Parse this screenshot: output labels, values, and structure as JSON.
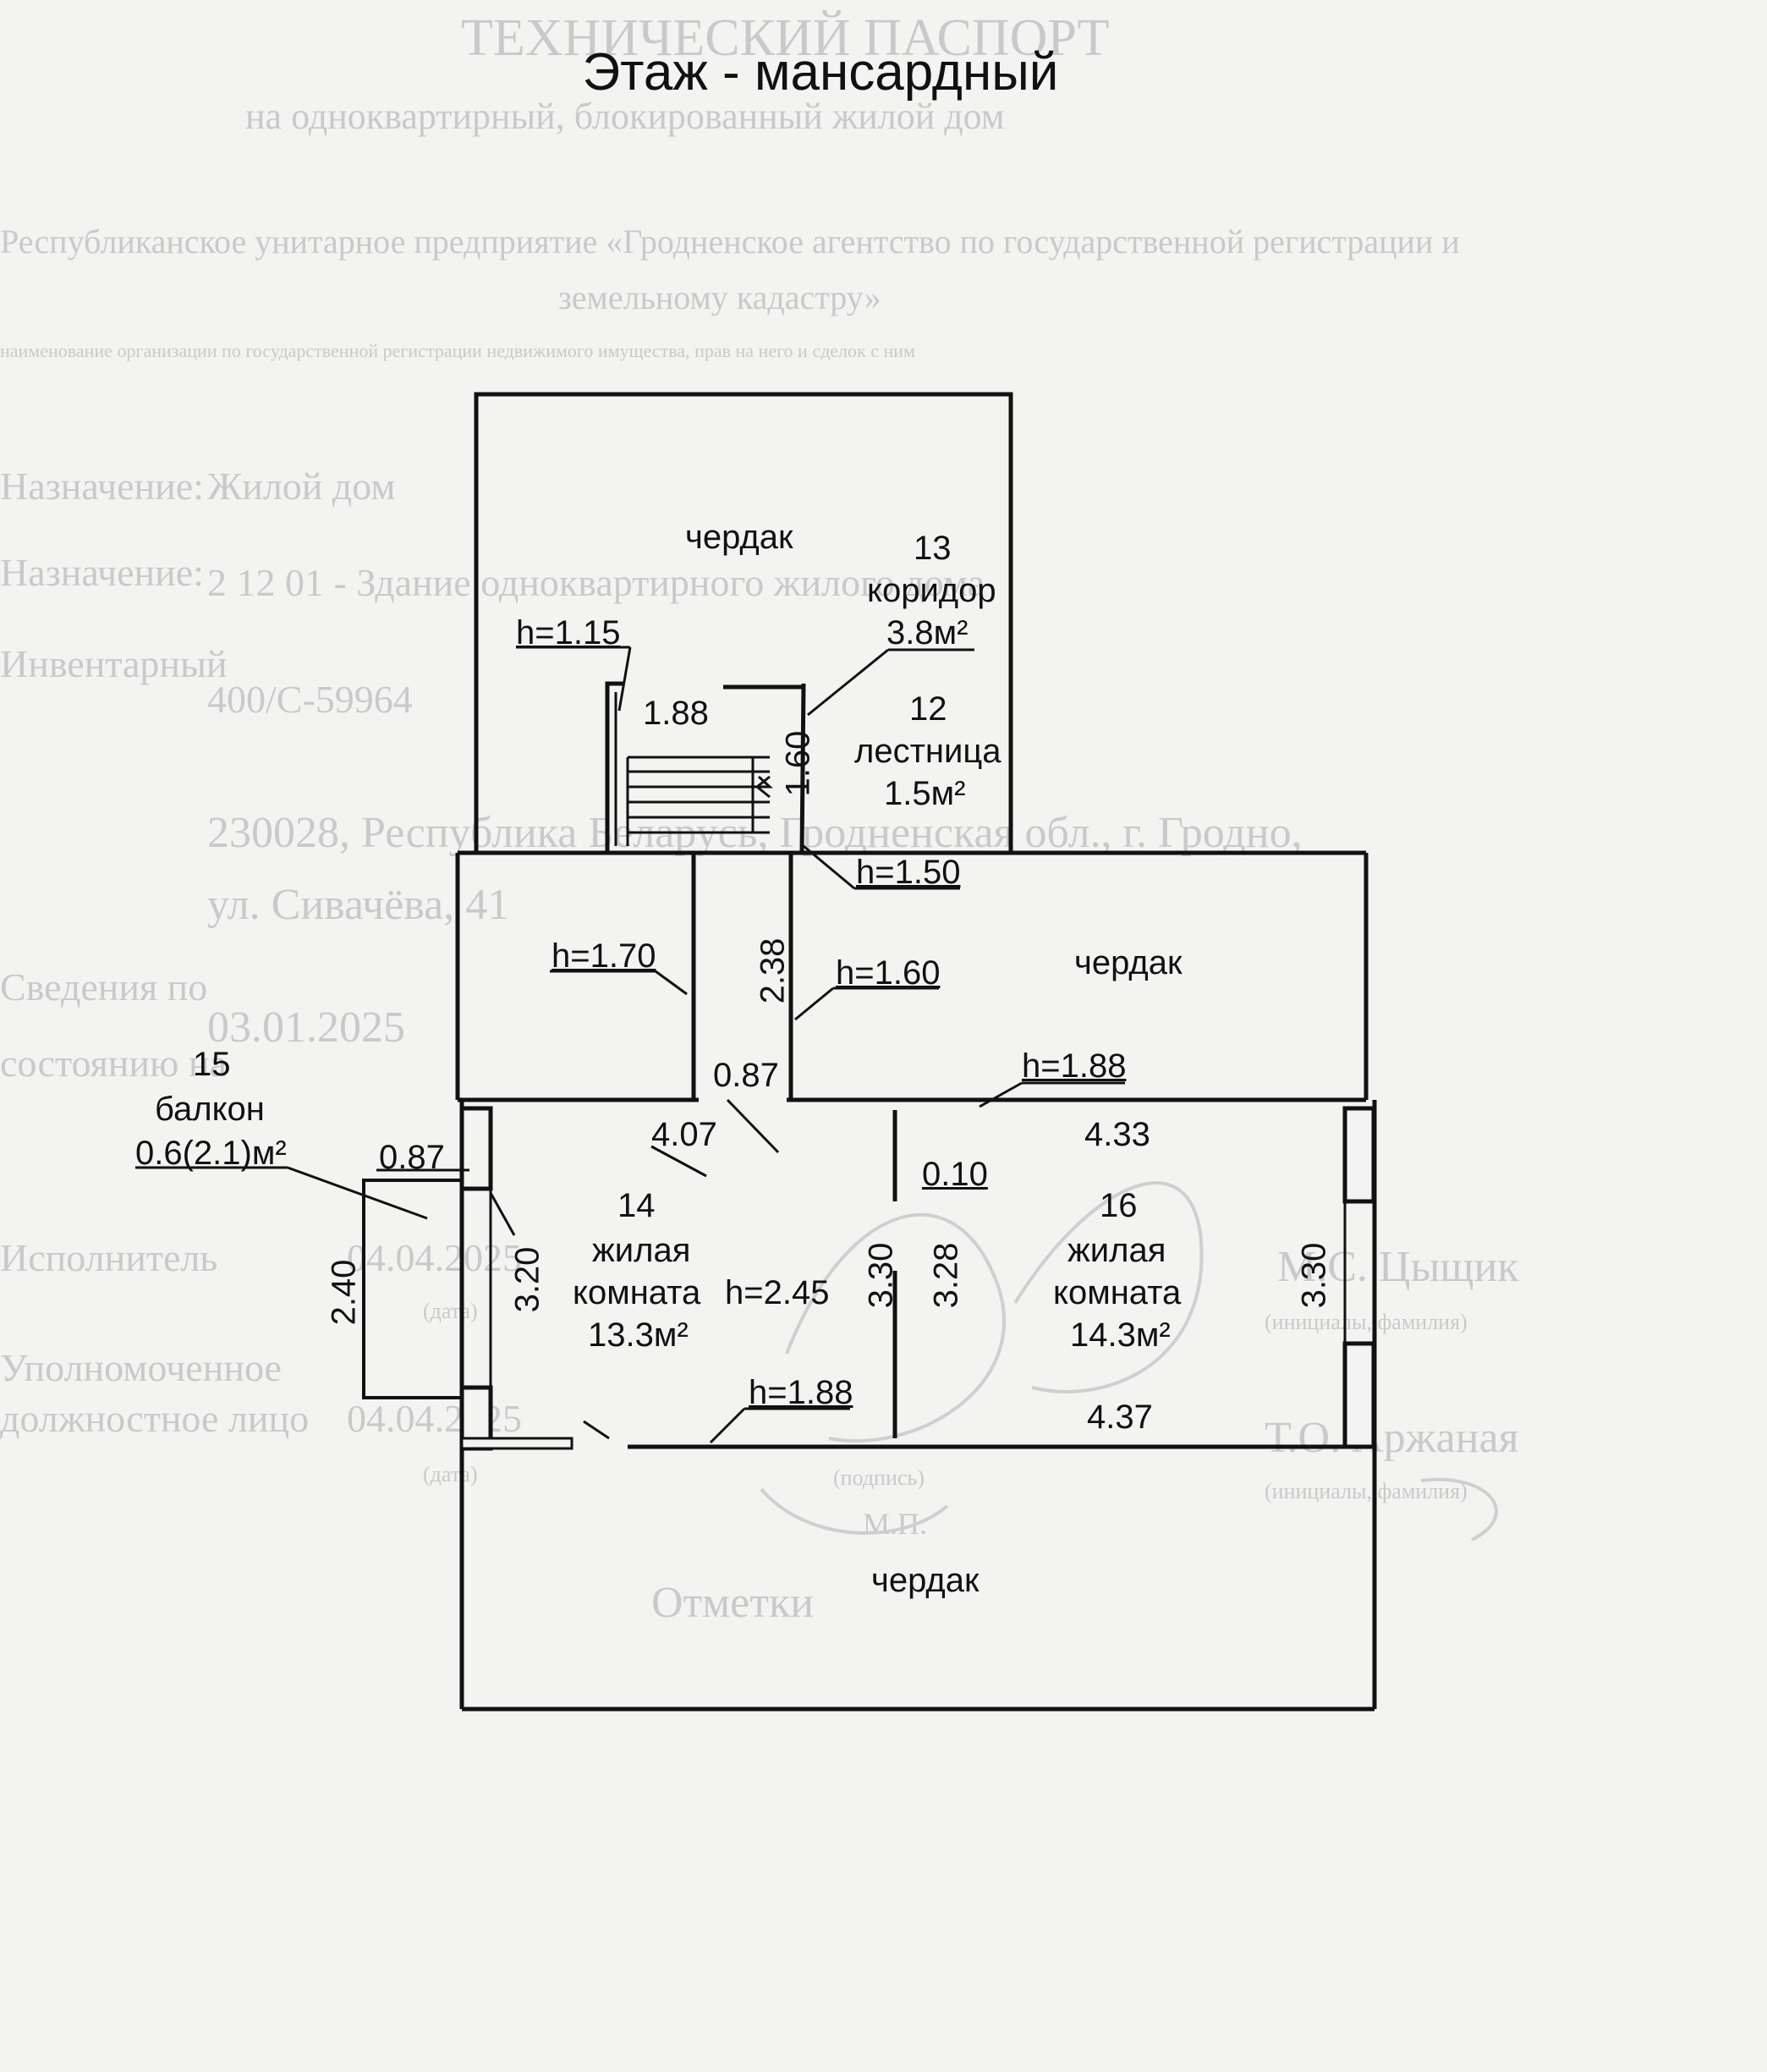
{
  "title": "Этаж  - мансардный",
  "ghost": {
    "t1": "ТЕХНИЧЕСКИЙ ПАСПОРТ",
    "t2": "на одноквартирный, блокированный жилой дом",
    "t3": "Республиканское унитарное предприятие «Гродненское агентство по государственной регистрации и",
    "t4": "земельному кадастру»",
    "t5": "наименование организации по государственной регистрации недвижимого имущества, прав на него и сделок с ним",
    "d1": "Назначение:",
    "d1v": "Жилой дом",
    "d2": "Назначение:",
    "d2v": "2 12 01 - Здание одноквартирного жилого дома",
    "d3": "Инвентарный",
    "d3v": "400/С-59964",
    "d4v1": "230028, Республика Беларусь, Гродненская обл., г. Гродно,",
    "d4v2": "ул. Сивачёва, 41",
    "d5a": "Сведения по",
    "d5b": "состоянию на",
    "d5v": "03.01.2025",
    "s1": "Исполнитель",
    "s1v": "04.04.2025",
    "s1c": "(дата)",
    "s1n": "М.С. Цыщик",
    "s1p": "(инициалы, фамилия)",
    "s2a": "Уполномоченное",
    "s2b": "должностное лицо",
    "s2v": "04.04.2025",
    "s2c": "(дата)",
    "s2d": "(подпись)",
    "s2n": "Т.О. Аржаная",
    "s2p": "(инициалы, фамилия)",
    "mp": "М.П.",
    "notes": "Отметки"
  },
  "rooms": {
    "attic_top": "чердак",
    "r13_num": "13",
    "r13_name": "коридор",
    "r13_area": "3.8м²",
    "r12_num": "12",
    "r12_name": "лестница",
    "r12_area": "1.5м²",
    "attic_right": "чердак",
    "attic_bottom": "чердак",
    "r14_num": "14",
    "r14_name1": "жилая",
    "r14_name2": "комната",
    "r14_area": "13.3м²",
    "r16_num": "16",
    "r16_name1": "жилая",
    "r16_name2": "комната",
    "r16_area": "14.3м²",
    "r15_num": "15",
    "r15_name": "балкон",
    "r15_area": "0.6(2.1)м²"
  },
  "heights": {
    "h115": "h=1.15",
    "h150": "h=1.50",
    "h170": "h=1.70",
    "h160": "h=1.60",
    "h188a": "h=1.88",
    "h245": "h=2.45",
    "h188b": "h=1.88"
  },
  "dims": {
    "d188": "1.88",
    "d160": "1.60",
    "d238": "2.38",
    "d087a": "0.87",
    "d407": "4.07",
    "d433": "4.33",
    "d010": "0.10",
    "d087b": "0.87",
    "d240": "2.40",
    "d320": "3.20",
    "d330a": "3.30",
    "d328": "3.28",
    "d330b": "3.30",
    "d437": "4.37"
  }
}
